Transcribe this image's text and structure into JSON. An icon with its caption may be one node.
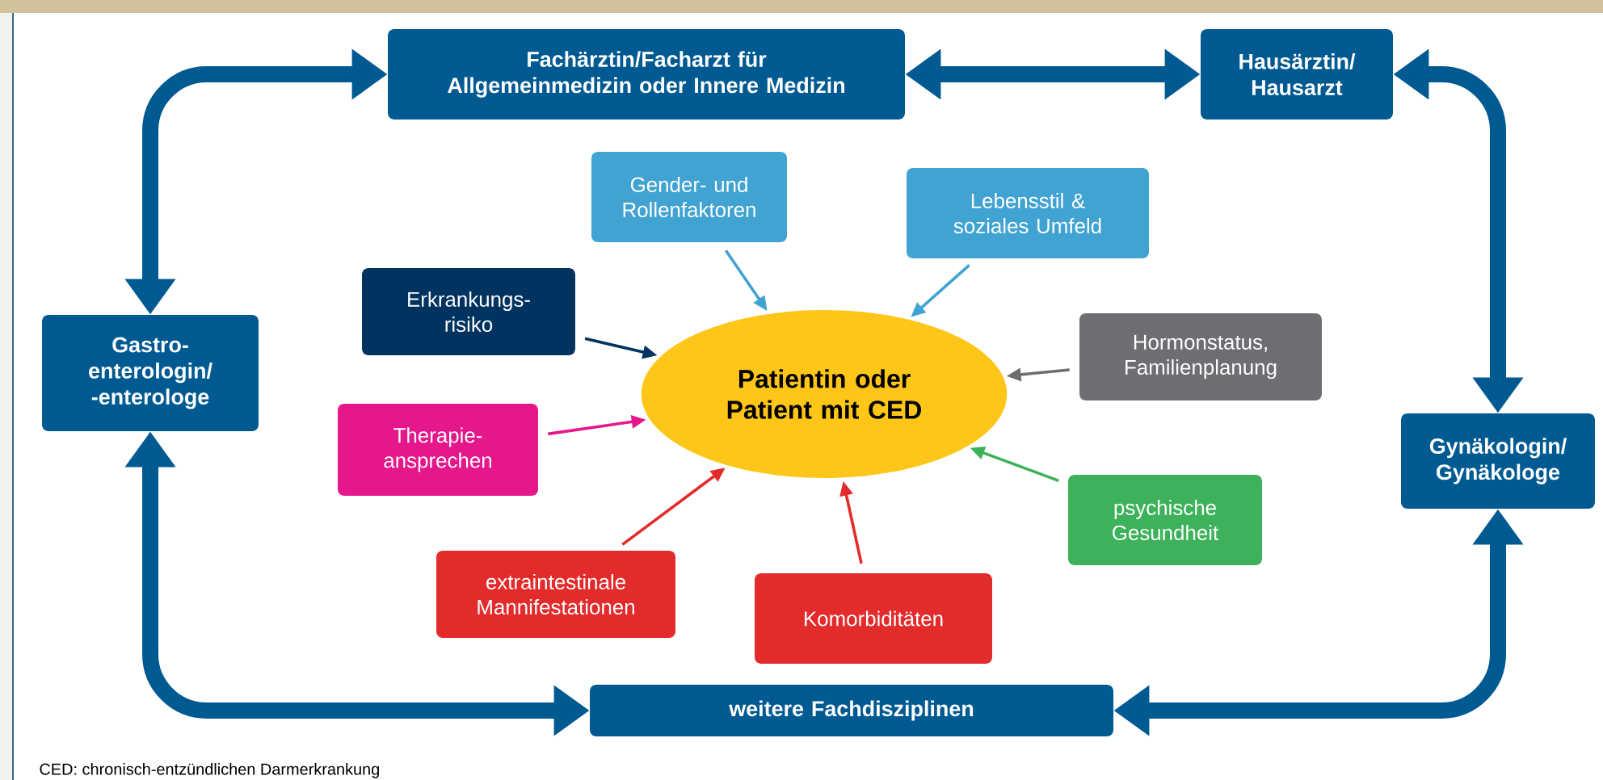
{
  "diagram": {
    "nodes": [
      {
        "text": [
          "Fachärztin/Facharzt für Allgemeinmedizin oder Innere Medizin"
        ]
      },
      {
        "text": [
          "Hausärztin/ Hausarzt"
        ]
      },
      {
        "text": [
          "Gastro- enterologin/ -enterologe"
        ]
      },
      {
        "text": [
          "Gynäkologin/ Gynäkologe"
        ]
      },
      {
        "text": [
          "weitere Fachdisziplinen"
        ]
      },
      {
        "text": [
          "Patientin oder Patient mit CED"
        ]
      },
      {
        "text": [
          "Gender- und Rollenfaktoren"
        ]
      },
      {
        "text": [
          "Lebensstil & soziales Umfeld"
        ]
      },
      {
        "text": [
          "Erkrankungs- risiko"
        ]
      },
      {
        "text": [
          "Hormonstatus, Familienplanung"
        ]
      },
      {
        "text": [
          "Therapie- ansprechen"
        ]
      },
      {
        "text": [
          "psychische Gesundheit"
        ]
      },
      {
        "text": [
          "extraintestinale Mannifestationen"
        ]
      },
      {
        "text": [
          "Komorbiditäten"
        ]
      }
    ],
    "edges": [
      {
        "from": 0,
        "to": 1,
        "arrow": "both",
        "style": "thick"
      },
      {
        "from": 2,
        "to": 0,
        "arrow": "both",
        "style": "thick"
      },
      {
        "from": 1,
        "to": 3,
        "arrow": "both",
        "style": "thick"
      },
      {
        "from": 3,
        "to": 4,
        "arrow": "both",
        "style": "thick"
      },
      {
        "from": 4,
        "to": 2,
        "arrow": "both",
        "style": "thick"
      },
      {
        "from": 6,
        "to": 5,
        "arrow": "to",
        "color": "#40a3d1"
      },
      {
        "from": 7,
        "to": 5,
        "arrow": "to",
        "color": "#40a3d1"
      },
      {
        "from": 8,
        "to": 5,
        "arrow": "to",
        "color": "#00335f"
      },
      {
        "from": 9,
        "to": 5,
        "arrow": "to",
        "color": "#6d6e71"
      },
      {
        "from": 10,
        "to": 5,
        "arrow": "to",
        "color": "#e6168b"
      },
      {
        "from": 11,
        "to": 5,
        "arrow": "to",
        "color": "#3db25b"
      },
      {
        "from": 12,
        "to": 5,
        "arrow": "to",
        "color": "#e32b2b"
      },
      {
        "from": 13,
        "to": 5,
        "arrow": "to",
        "color": "#e32b2b"
      }
    ],
    "labels": [
      "CED: chronisch-entzündlichen Darmerkrankung"
    ]
  }
}
